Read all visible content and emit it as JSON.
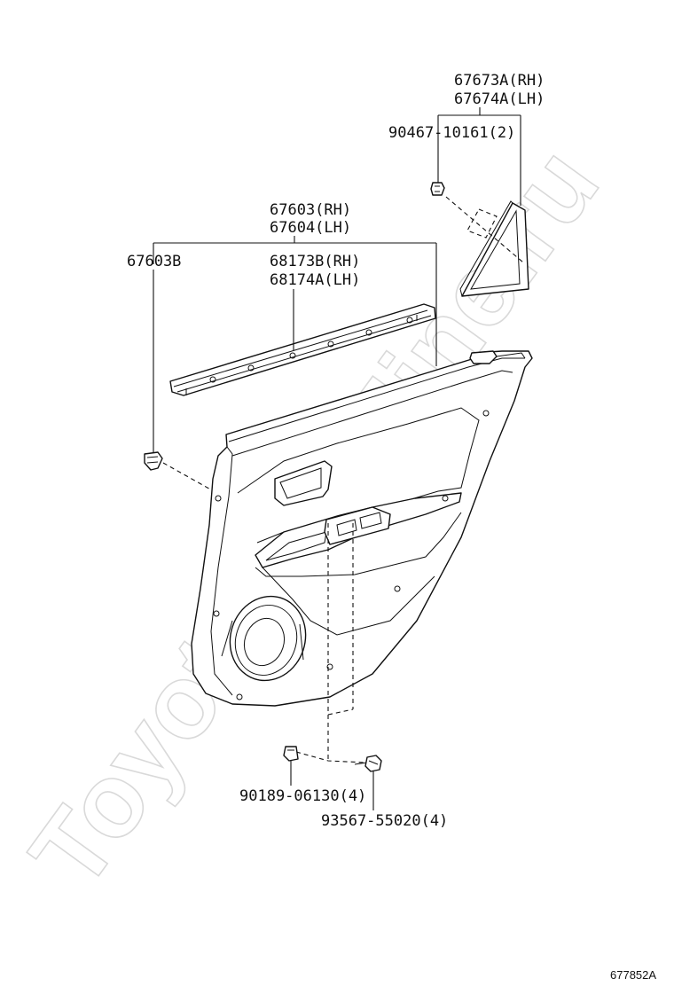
{
  "watermark": "ToyotaCarMine.ru",
  "callouts": {
    "corner_cover": {
      "rh": "67673A(RH)",
      "lh": "67674A(LH)"
    },
    "corner_cover_screw": "90467-10161(2)",
    "trim_board": {
      "rh": "67603(RH)",
      "lh": "67604(LH)"
    },
    "trim_clip": "67603B",
    "weatherstrip": {
      "rh": "68173B(RH)",
      "lh": "68174A(LH)"
    },
    "clip_nut": "90189-06130(4)",
    "screw": "93567-55020(4)"
  },
  "figure_id": "677852A"
}
